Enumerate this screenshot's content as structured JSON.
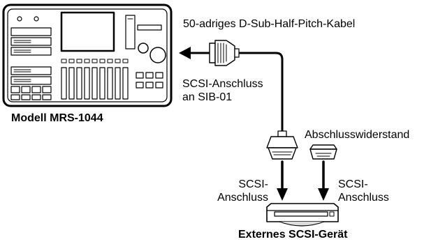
{
  "device": {
    "caption": "Modell MRS-1044"
  },
  "cable": {
    "caption": "50-adriges D-Sub-Half-Pitch-Kabel"
  },
  "port": {
    "line1": "SCSI-Anschluss",
    "line2": "an SIB-01"
  },
  "terminator": {
    "caption": "Abschlusswiderstand"
  },
  "connector_left": {
    "line1": "SCSI-",
    "line2": "Anschluss"
  },
  "connector_right": {
    "line1": "SCSI-",
    "line2": "Anschluss"
  },
  "external": {
    "caption": "Externes SCSI-Gerät"
  }
}
